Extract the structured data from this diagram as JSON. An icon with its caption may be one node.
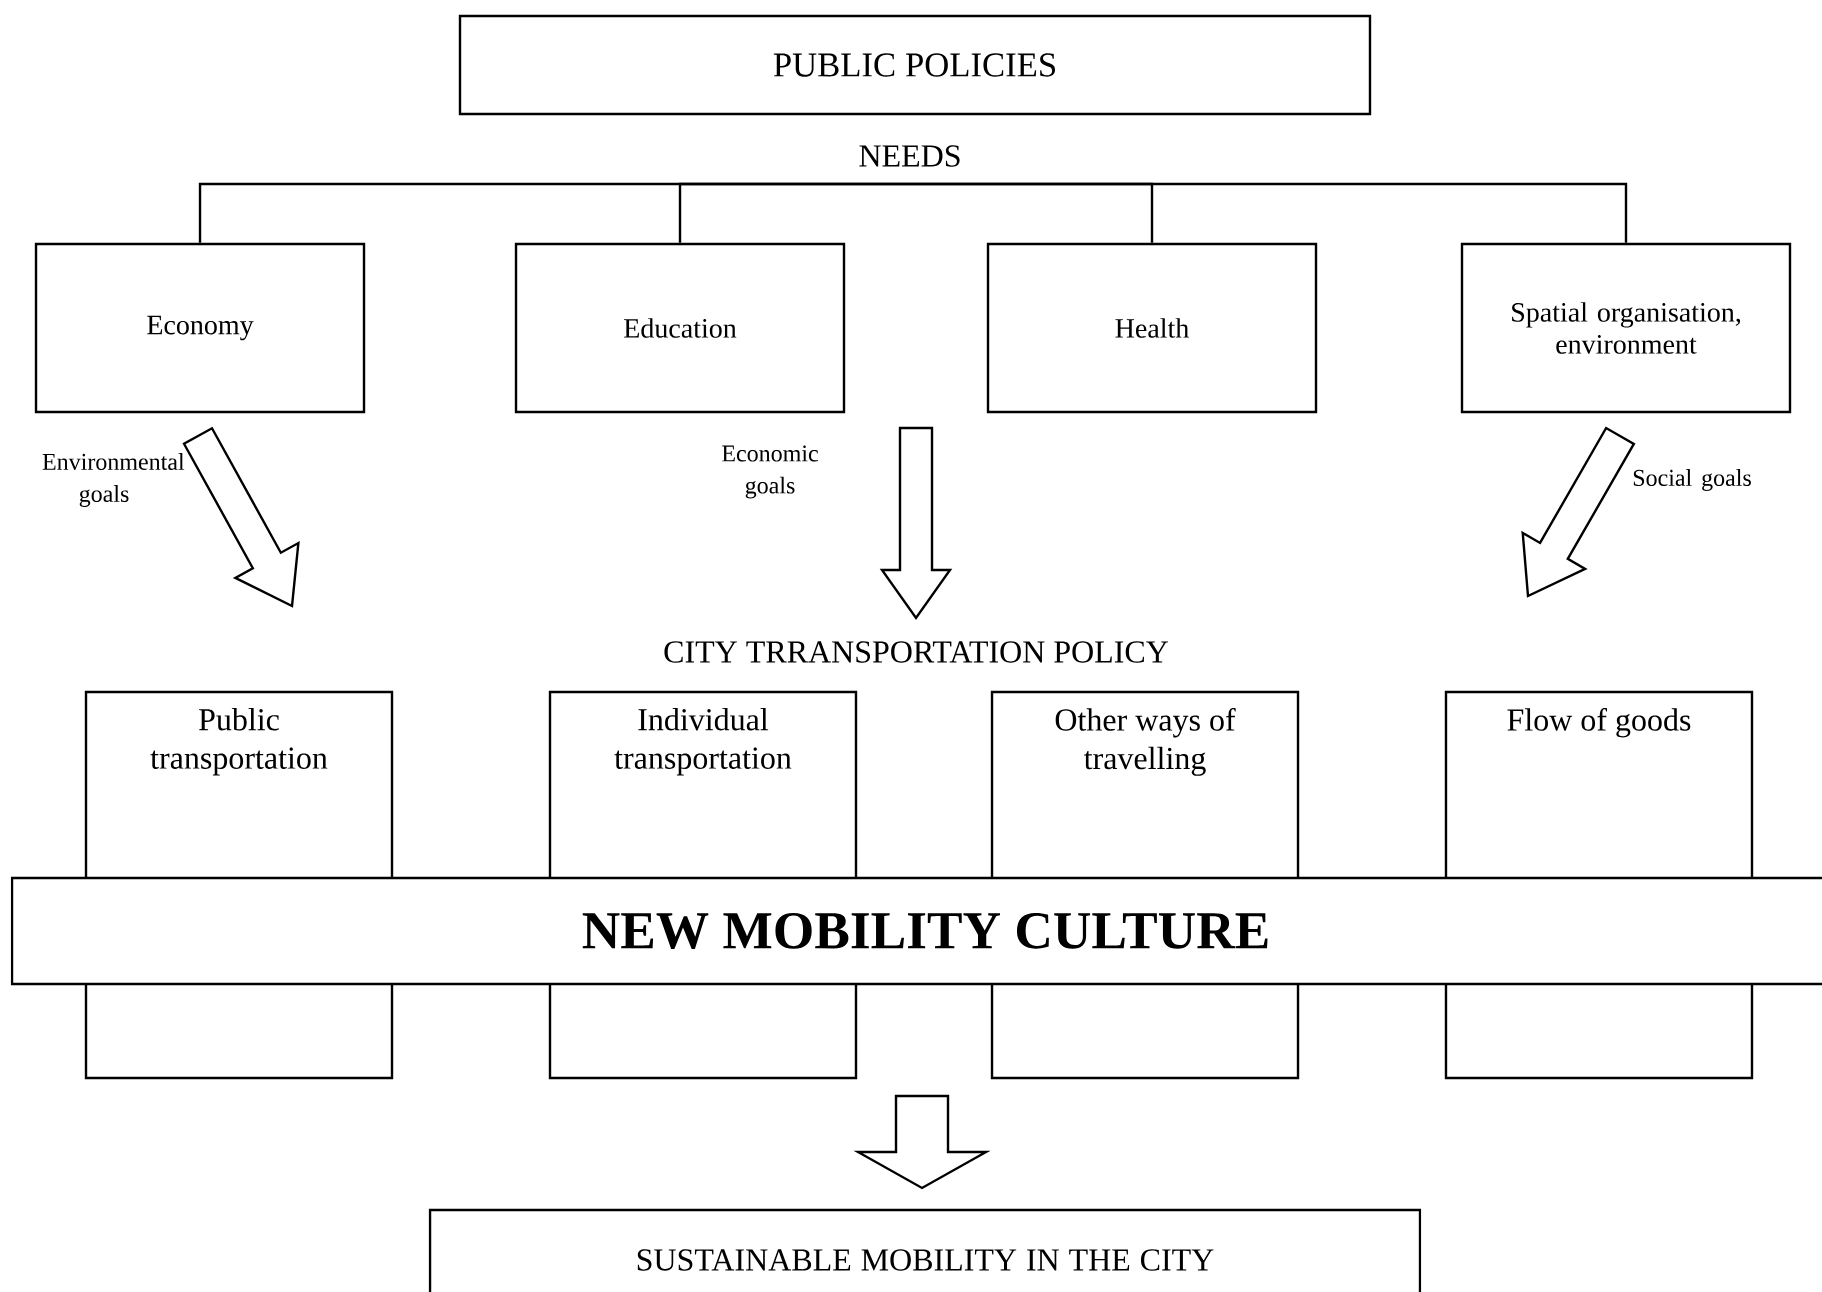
{
  "diagram": {
    "nodes": [
      {
        "text": [
          "PUBLIC POLICIES"
        ]
      },
      {
        "text": [
          "NEEDS"
        ]
      },
      {
        "text": [
          "Economy"
        ]
      },
      {
        "text": [
          "Education"
        ]
      },
      {
        "text": [
          "Health"
        ]
      },
      {
        "text": [
          "Spatial organisation, environment"
        ]
      },
      {
        "text": [
          "CITY TRRANSPORTATION POLICY"
        ]
      },
      {
        "text": [
          "Public transportation"
        ]
      },
      {
        "text": [
          "Individual transportation"
        ]
      },
      {
        "text": [
          "Other ways of travelling"
        ]
      },
      {
        "text": [
          "Flow of goods"
        ]
      },
      {
        "text": [
          "NEW MOBILITY CULTURE"
        ]
      },
      {
        "text": [
          "SUSTAINABLE MOBILITY IN THE CITY"
        ]
      }
    ],
    "edges": [
      {
        "from": 1,
        "to": 2,
        "arrow": "none"
      },
      {
        "from": 1,
        "to": 3,
        "arrow": "none"
      },
      {
        "from": 1,
        "to": 4,
        "arrow": "none"
      },
      {
        "from": 1,
        "to": 5,
        "arrow": "none"
      },
      {
        "from": 2,
        "to": null,
        "arrow": "to",
        "label": "Environmental goals"
      },
      {
        "from": null,
        "to": 6,
        "arrow": "to",
        "label": "Economic goals"
      },
      {
        "from": 5,
        "to": null,
        "arrow": "to",
        "label": "Social goals"
      },
      {
        "from": 11,
        "to": 12,
        "arrow": "to"
      }
    ]
  }
}
